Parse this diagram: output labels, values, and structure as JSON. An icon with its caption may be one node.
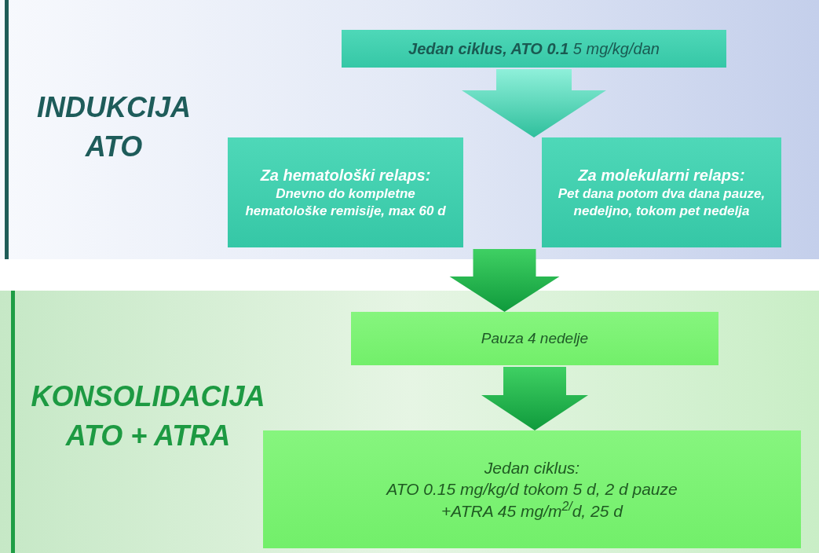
{
  "diagram": {
    "nodes": [
      {
        "text": [
          "INDUKCIJA ATO"
        ]
      },
      {
        "text": [
          "**Jedan ciklus, ATO 0.1** 5 mg/kg/dan"
        ],
        "in": 0
      },
      {
        "text": [
          "Za hematološki relaps:",
          "Dnevno do kompletne hematološke remisije, max 60 d"
        ],
        "in": 0
      },
      {
        "text": [
          "Za molekularni relaps:",
          "Pet dana potom dva dana pauze, nedeljno, tokom pet nedelja"
        ],
        "in": 0
      },
      {
        "text": [
          "KONSOLIDACIJA ATO + ATRA"
        ]
      },
      {
        "text": [
          "Pauza 4 nedelje"
        ],
        "in": 4
      },
      {
        "text": [
          "Jedan ciklus:",
          "ATO 0.15 mg/kg/d tokom 5 d, 2 d pauze",
          "+ATRA 45 mg/m$^{2/}$d, 25 d"
        ],
        "in": 4
      }
    ],
    "edges": [
      {
        "from": 1,
        "to": 2,
        "arrow": "to"
      },
      {
        "from": 1,
        "to": 3,
        "arrow": "to"
      },
      {
        "from": 2,
        "to": 5,
        "arrow": "to"
      },
      {
        "from": 3,
        "to": 5,
        "arrow": "to"
      },
      {
        "from": 5,
        "to": 6,
        "arrow": "to"
      }
    ]
  }
}
